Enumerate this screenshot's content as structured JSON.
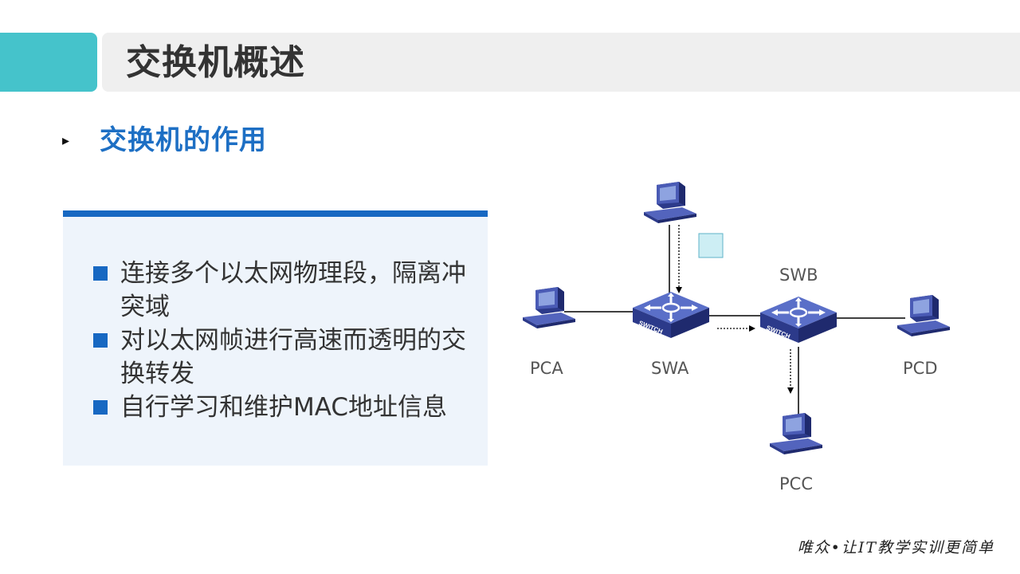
{
  "slide": {
    "title": "交换机概述",
    "section_heading": "交换机的作用",
    "bullet_marker": "▸"
  },
  "panel": {
    "items": [
      "连接多个以太网物理段，隔离冲突域",
      "对以太网帧进行高速而透明的交换转发",
      "自行学习和维护MAC地址信息"
    ]
  },
  "diagram": {
    "nodes": {
      "pca": "PCA",
      "swa": "SWA",
      "swb": "SWB",
      "pcc": "PCC",
      "pcd": "PCD",
      "switch_plate": "SWITCH"
    }
  },
  "colors": {
    "accent_teal": "#45c3cb",
    "heading_blue": "#1d6fc4",
    "panel_blue": "#1768c2",
    "device_blue": "#3f4fa3"
  },
  "footer": {
    "slogan": "唯众•让IT教学实训更简单"
  }
}
